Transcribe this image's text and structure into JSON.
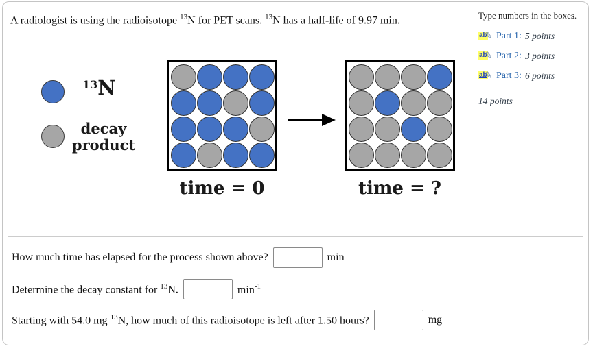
{
  "problem": {
    "statement_pre": "A radiologist is using the radioisotope ",
    "isotope_sup_1": "13",
    "statement_mid": "N for PET scans. ",
    "isotope_sup_2": "13",
    "statement_post": "N has a half-life of 9.97 min."
  },
  "legend": {
    "isotope_sup": "13",
    "isotope_symbol": "N",
    "product_line1": "decay",
    "product_line2": "product"
  },
  "figure": {
    "time_labels": [
      "time = 0",
      "time = ?"
    ],
    "grids": [
      {
        "cells": [
          "G",
          "B",
          "B",
          "B",
          "B",
          "B",
          "G",
          "B",
          "B",
          "B",
          "B",
          "G",
          "B",
          "G",
          "B",
          "B"
        ]
      },
      {
        "cells": [
          "G",
          "G",
          "G",
          "B",
          "G",
          "B",
          "G",
          "G",
          "G",
          "G",
          "B",
          "G",
          "G",
          "G",
          "G",
          "G"
        ]
      }
    ],
    "colors": {
      "isotope_blue": "#4472C4",
      "product_gray": "#A6A6A6"
    }
  },
  "questions": {
    "q1": {
      "text": "How much time has elapsed for the process shown above?",
      "value": "",
      "unit": "min"
    },
    "q2": {
      "pre": "Determine the decay constant for ",
      "iso_sup": "13",
      "post": "N.",
      "value": "",
      "unit_base": "min",
      "unit_sup": "-1"
    },
    "q3": {
      "pre": "Starting with 54.0 mg ",
      "iso_sup": "13",
      "post": "N, how much of this radioisotope is left after 1.50 hours?",
      "value": "",
      "unit": "mg"
    }
  },
  "sidebar": {
    "instruction": "Type numbers in the boxes.",
    "answer_icon_text": "ab",
    "link_color": "#2a66ad",
    "parts": [
      {
        "label": "Part 1:",
        "points": "5 points"
      },
      {
        "label": "Part 2:",
        "points": "3 points"
      },
      {
        "label": "Part 3:",
        "points": "6 points"
      }
    ],
    "total_points": "14 points"
  }
}
